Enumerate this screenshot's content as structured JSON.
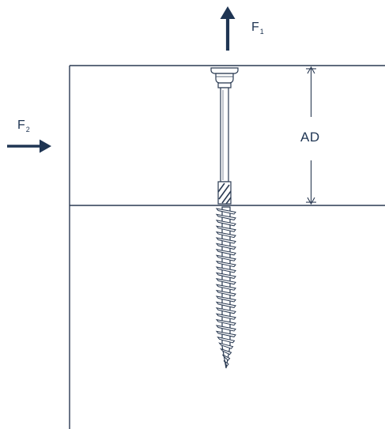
{
  "labels": {
    "force_1": {
      "main": "F",
      "sub": "1"
    },
    "force_2": {
      "main": "F",
      "sub": "2"
    },
    "dimension": "AD"
  },
  "colors": {
    "ink": "#1f3553",
    "line": "#2a3a52",
    "screw_fill": "#ffffff",
    "background": "#ffffff"
  },
  "icons": {
    "force_1": "arrow-up-icon",
    "force_2": "arrow-right-icon",
    "dimension": "double-arrow-vertical-icon",
    "fastener": "screw-icon"
  }
}
